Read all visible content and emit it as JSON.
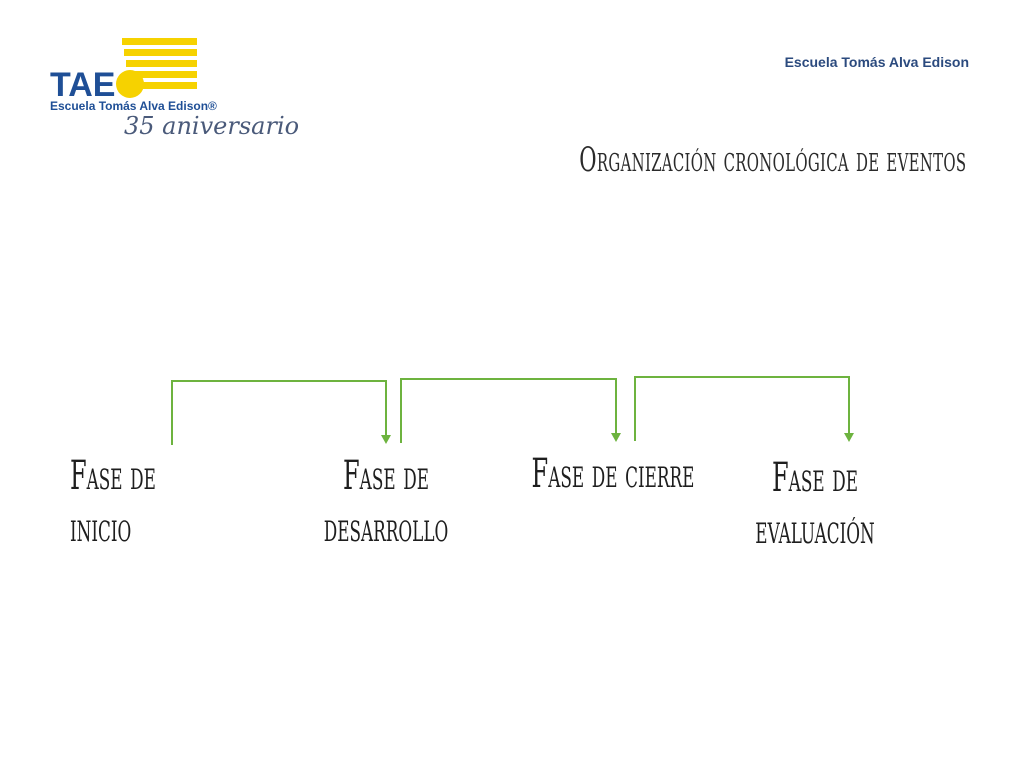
{
  "logo": {
    "brand_text": "TAE",
    "brand_subtext": "Escuela Tomás Alva Edison®",
    "anniversary_text": "35 aniversario"
  },
  "header": {
    "school_name": "Escuela Tomás Alva Edison"
  },
  "slide": {
    "title": "Organización cronológica de eventos"
  },
  "diagram": {
    "phases": [
      {
        "label": "Fase de\ninicio"
      },
      {
        "label": "Fase de\ndesarrollo"
      },
      {
        "label": "Fase de cierre"
      },
      {
        "label": "Fase de\nevaluación"
      }
    ]
  },
  "colors": {
    "connector": "#6db33f",
    "logo_sun": "#f6d200",
    "logo_text": "#1f4f96"
  }
}
